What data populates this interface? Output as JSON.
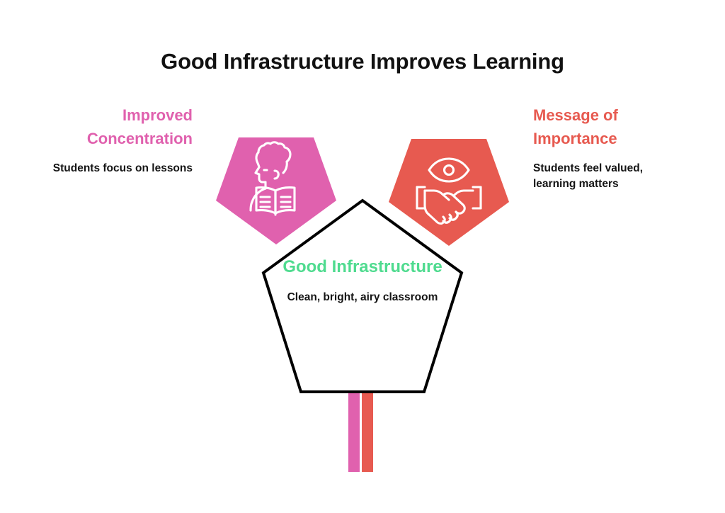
{
  "title": "Good Infrastructure Improves Learning",
  "colors": {
    "pink": "#E061AE",
    "red": "#E75A50",
    "green": "#4FDB8F",
    "outline": "#000000",
    "text": "#141414",
    "background": "#ffffff"
  },
  "nodes": {
    "center": {
      "heading": "Good Infrastructure",
      "body": "Clean, bright, airy classroom",
      "heading_color": "#4FDB8F",
      "shape": "pentagon",
      "fill": "#ffffff",
      "stroke": "#000000"
    },
    "left": {
      "heading": "Improved Concentration",
      "body": "Students focus on lessons",
      "heading_color": "#E061AE",
      "shape": "pentagon-inverted",
      "fill": "#E061AE",
      "icon": "person-reading-book-icon"
    },
    "right": {
      "heading": "Message of Importance",
      "body": "Students feel valued, learning matters",
      "heading_color": "#E75A50",
      "shape": "pentagon-inverted",
      "fill": "#E75A50",
      "icon": "eye-over-handshake-icon"
    }
  },
  "stem": {
    "bars": [
      {
        "name": "pink-stem-bar",
        "color": "#E061AE"
      },
      {
        "name": "red-stem-bar",
        "color": "#E75A50"
      }
    ]
  }
}
